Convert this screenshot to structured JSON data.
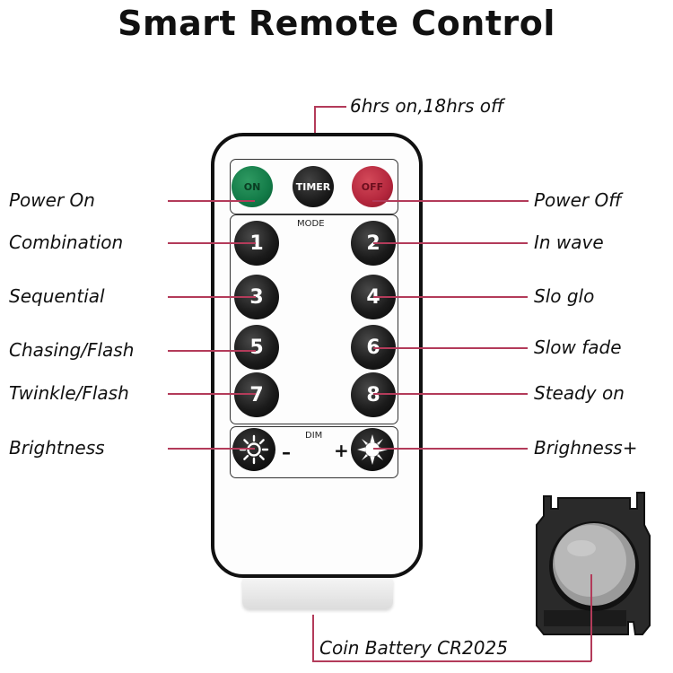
{
  "title": "Smart Remote Control",
  "timer_note": "6hrs on,18hrs off",
  "labels": {
    "power_on": "Power On",
    "power_off": "Power Off",
    "combination": "Combination",
    "in_wave": "In wave",
    "sequential": "Sequential",
    "slo_glo": "Slo glo",
    "chasing_flash": "Chasing/Flash",
    "slow_fade": "Slow fade",
    "twinkle_flash": "Twinkle/Flash",
    "steady_on": "Steady on",
    "brightness_minus": "Brightness",
    "brightness_plus": "Brighness+",
    "battery": "Coin Battery CR2025"
  },
  "remote": {
    "on_label": "ON",
    "timer_label": "TIMER",
    "off_label": "OFF",
    "mode_label": "MODE",
    "dim_label": "DIM",
    "minus": "–",
    "plus": "+",
    "buttons": [
      "1",
      "2",
      "3",
      "4",
      "5",
      "6",
      "7",
      "8"
    ]
  },
  "colors": {
    "leader_lines": "#b33b5a",
    "on_button": "#127a47",
    "off_button": "#b3263c",
    "number_buttons": "#111111"
  },
  "icons": {
    "dim_minus": "sun-outline-icon",
    "dim_plus": "sun-burst-icon"
  }
}
